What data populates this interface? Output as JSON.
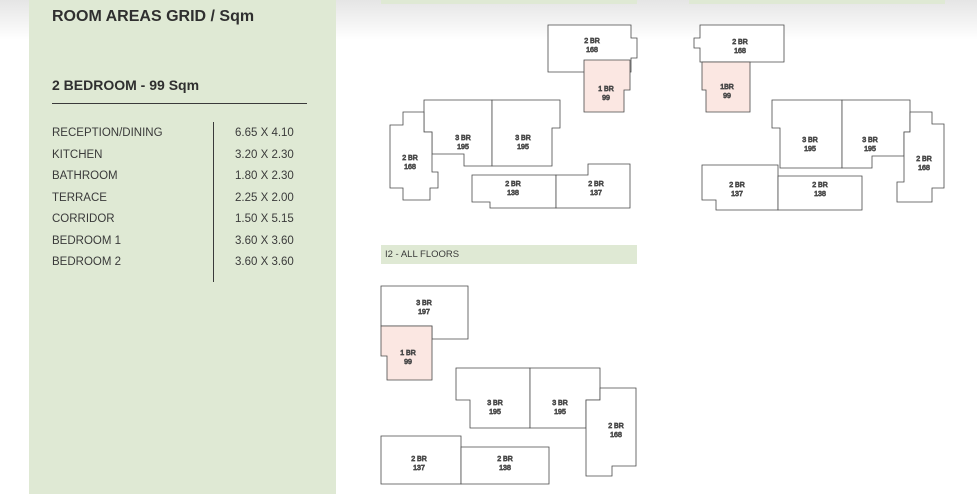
{
  "panel": {
    "title": "ROOM AREAS GRID / Sqm",
    "unit_title": "2 BEDROOM - 99 Sqm",
    "rooms": [
      {
        "name": "RECEPTION/DINING",
        "size": "6.65 X 4.10"
      },
      {
        "name": "KITCHEN",
        "size": "3.20 X 2.30"
      },
      {
        "name": "BATHROOM",
        "size": "1.80 X 2.30"
      },
      {
        "name": "TERRACE",
        "size": "2.25 X 2.00"
      },
      {
        "name": "CORRIDOR",
        "size": "1.50 X 5.15"
      },
      {
        "name": "BEDROOM 1",
        "size": "3.60 X 3.60"
      },
      {
        "name": "BEDROOM 2",
        "size": "3.60 X 3.60"
      }
    ]
  },
  "floor_label": "I2 - ALL FLOORS",
  "colors": {
    "panel_bg": "#dfe9d4",
    "highlight_unit": "#fbe7e2",
    "outline": "#4a4a4a"
  },
  "plans": {
    "plan_a": {
      "unit_2br_168_top": [
        "2 BR",
        "168"
      ],
      "unit_1br_99": [
        "1 BR",
        "99"
      ],
      "unit_2br_168_left": [
        "2 BR",
        "168"
      ],
      "unit_3br_195_a": [
        "3 BR",
        "195"
      ],
      "unit_3br_195_b": [
        "3 BR",
        "195"
      ],
      "unit_2br_138": [
        "2 BR",
        "138"
      ],
      "unit_2br_137": [
        "2 BR",
        "137"
      ]
    },
    "plan_b": {
      "unit_2br_168_top": [
        "2 BR",
        "168"
      ],
      "unit_1br_99": [
        "1BR",
        "99"
      ],
      "unit_3br_195_a": [
        "3 BR",
        "195"
      ],
      "unit_3br_195_b": [
        "3 BR",
        "195"
      ],
      "unit_2br_168_right": [
        "2 BR",
        "168"
      ],
      "unit_2br_137": [
        "2 BR",
        "137"
      ],
      "unit_2br_138": [
        "2 BR",
        "138"
      ]
    },
    "plan_c": {
      "unit_3br_197": [
        "3 BR",
        "197"
      ],
      "unit_1br_99": [
        "1 BR",
        "99"
      ],
      "unit_3br_195_a": [
        "3 BR",
        "195"
      ],
      "unit_3br_195_b": [
        "3 BR",
        "195"
      ],
      "unit_2br_168": [
        "2 BR",
        "168"
      ],
      "unit_2br_137": [
        "2 BR",
        "137"
      ],
      "unit_2br_138": [
        "2 BR",
        "138"
      ]
    }
  }
}
